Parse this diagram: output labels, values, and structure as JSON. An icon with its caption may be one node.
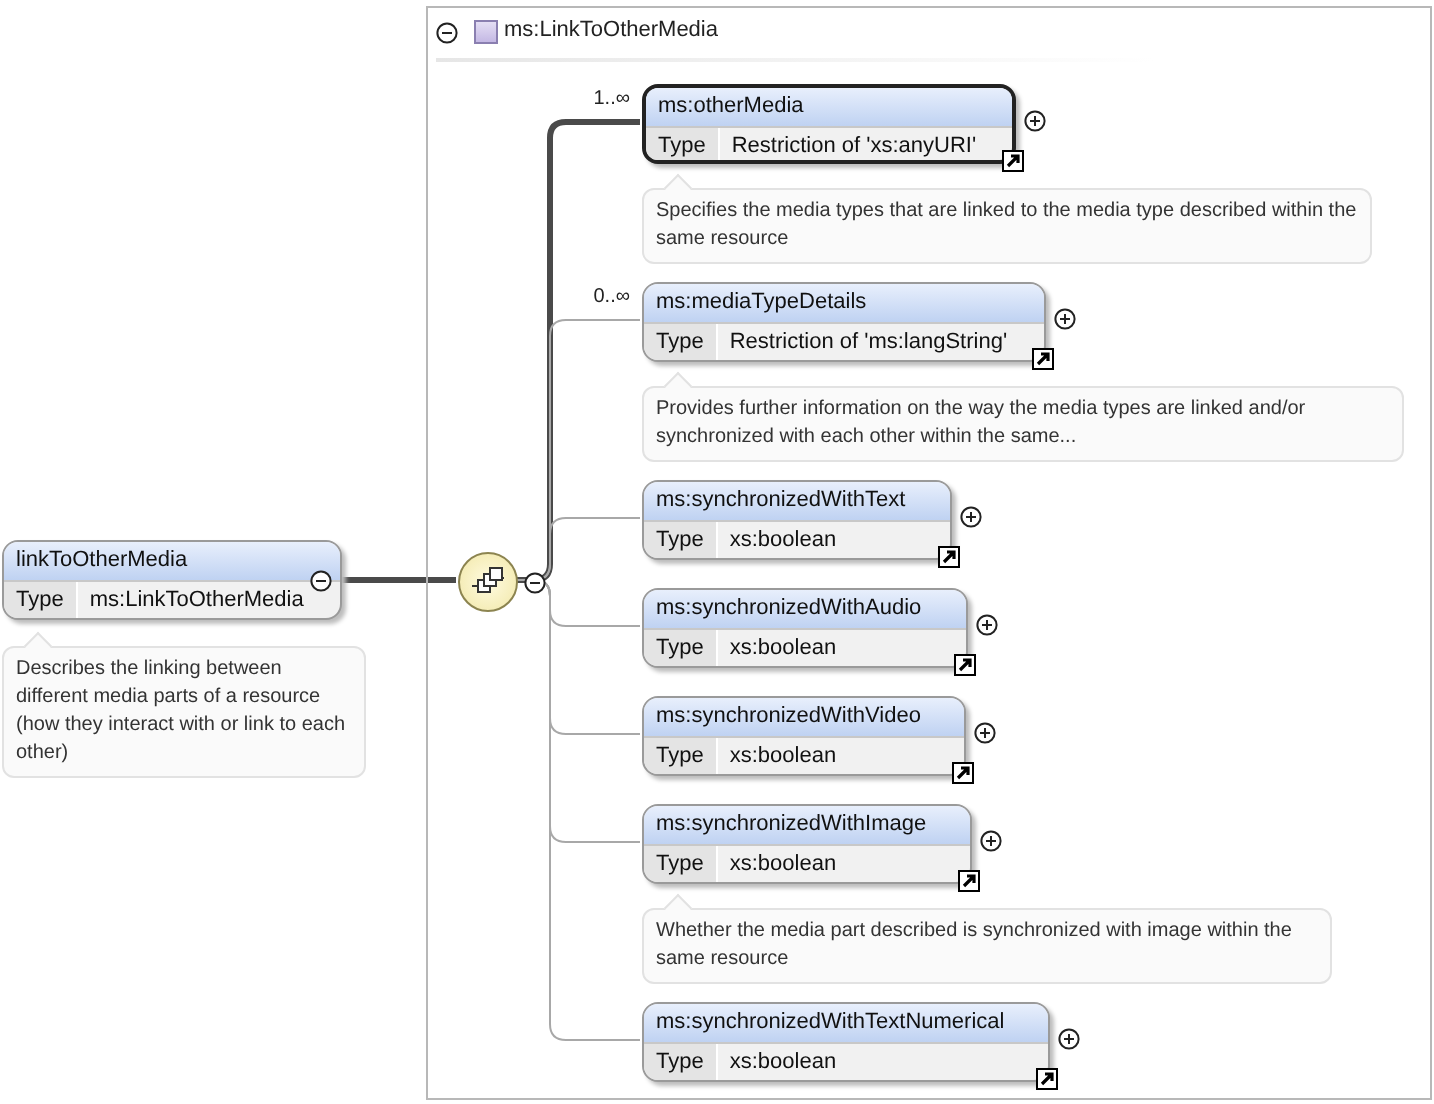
{
  "diagram": {
    "nodes": [
      {
        "text": [
          "ms:LinkToOtherMedia"
        ]
      },
      {
        "text": [
          "linkToOtherMedia",
          "Type",
          "ms:LinkToOtherMedia"
        ],
        "beside": [
          "Describes the linking between different media parts of a resource (how they interact with or link to each other)"
        ]
      },
      {
        "text": [],
        "shape": "circle",
        "in": 0
      },
      {
        "text": [
          "ms:otherMedia",
          "Type",
          "Restriction of 'xs:anyURI'"
        ],
        "in": 0,
        "beside": [
          "Specifies the media types that are linked to the media type described within the same resource"
        ]
      },
      {
        "text": [
          "ms:mediaTypeDetails",
          "Type",
          "Restriction of 'ms:langString'"
        ],
        "in": 0,
        "beside": [
          "Provides further information on the way the media types are linked and/or synchronized with each other within the same..."
        ]
      },
      {
        "text": [
          "ms:synchronizedWithText",
          "Type",
          "xs:boolean"
        ],
        "in": 0
      },
      {
        "text": [
          "ms:synchronizedWithAudio",
          "Type",
          "xs:boolean"
        ],
        "in": 0
      },
      {
        "text": [
          "ms:synchronizedWithVideo",
          "Type",
          "xs:boolean"
        ],
        "in": 0
      },
      {
        "text": [
          "ms:synchronizedWithImage",
          "Type",
          "xs:boolean"
        ],
        "in": 0,
        "beside": [
          "Whether the media part described is synchronized with image within the same resource"
        ]
      },
      {
        "text": [
          "ms:synchronizedWithTextNumerical",
          "Type",
          "xs:boolean"
        ],
        "in": 0
      }
    ],
    "edges": [
      {
        "from": 1,
        "to": 2,
        "arrow": "none",
        "style": "thick",
        "color": "#4a4a4a"
      },
      {
        "from": 2,
        "to": 3,
        "arrow": "none",
        "style": "thick",
        "color": "#4a4a4a",
        "label": "1..∞"
      },
      {
        "from": 2,
        "to": 4,
        "arrow": "none",
        "label": "0..∞"
      },
      {
        "from": 2,
        "to": 5,
        "arrow": "none"
      },
      {
        "from": 2,
        "to": 6,
        "arrow": "none"
      },
      {
        "from": 2,
        "to": 7,
        "arrow": "none"
      },
      {
        "from": 2,
        "to": 8,
        "arrow": "none"
      },
      {
        "from": 2,
        "to": 9,
        "arrow": "none"
      }
    ]
  }
}
